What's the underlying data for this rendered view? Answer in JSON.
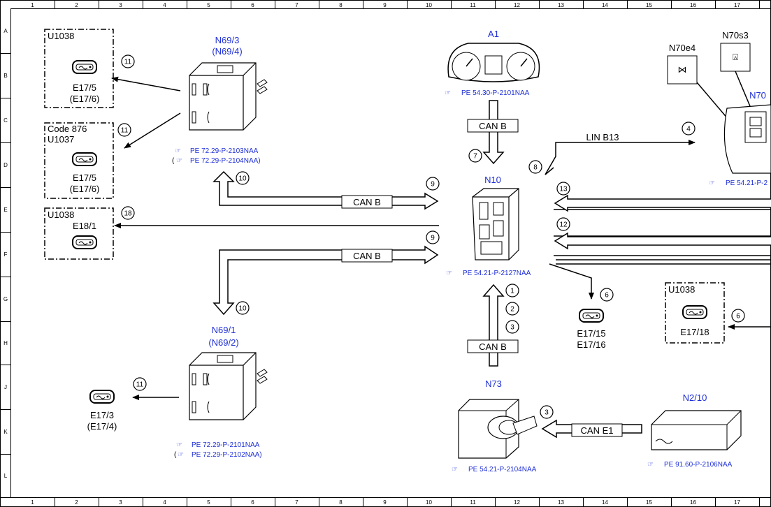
{
  "grid": {
    "cols": [
      "1",
      "2",
      "3",
      "4",
      "5",
      "6",
      "7",
      "8",
      "9",
      "10",
      "11",
      "12",
      "13",
      "14",
      "15",
      "16",
      "17"
    ],
    "rows": [
      "A",
      "B",
      "C",
      "D",
      "E",
      "F",
      "G",
      "H",
      "J",
      "K",
      "L"
    ]
  },
  "components": {
    "a1": {
      "label": "A1",
      "ref": "PE 54.30-P-2101NAA"
    },
    "n10": {
      "label": "N10",
      "ref": "PE 54.21-P-2127NAA"
    },
    "n69_3": {
      "label": "N69/3",
      "label2": "(N69/4)",
      "ref1": "PE 72.29-P-2103NAA",
      "ref2": "PE 72.29-P-2104NAA)",
      "ref2_prefix": "("
    },
    "n69_1": {
      "label": "N69/1",
      "label2": "(N69/2)",
      "ref1": "PE 72.29-P-2101NAA",
      "ref2": "PE 72.29-P-2102NAA)",
      "ref2_prefix": "("
    },
    "n73": {
      "label": "N73",
      "ref": "PE 54.21-P-2104NAA"
    },
    "n2_10": {
      "label": "N2/10",
      "ref": "PE 91.60-P-2106NAA"
    },
    "n70": {
      "label": "N70",
      "ref": "PE 54.21-P-2"
    },
    "n70e4": {
      "label": "N70e4"
    },
    "n70s3": {
      "label": "N70s3"
    }
  },
  "boxes": {
    "box1": {
      "title": "U1038",
      "lamp": "E17/5",
      "lamp2": "(E17/6)"
    },
    "box2": {
      "title": "Code 876",
      "title2": "U1037",
      "lamp": "E17/5",
      "lamp2": "(E17/6)"
    },
    "box3": {
      "title": "U1038",
      "lamp": "E18/1"
    },
    "box4": {
      "title": "U1038",
      "lamp": "E17/18"
    }
  },
  "lamps": {
    "e17_3": {
      "label": "E17/3",
      "label2": "(E17/4)"
    },
    "e17_15": {
      "label": "E17/15",
      "label2": "E17/16"
    }
  },
  "bus_labels": {
    "can_b_a1": "CAN B",
    "can_b_top": "CAN B",
    "can_b_mid": "CAN B",
    "can_b_n73": "CAN B",
    "can_e1": "CAN E1",
    "lin_b13": "LIN B13"
  },
  "numbers": {
    "n1": "1",
    "n2": "2",
    "n3": "3",
    "n3b": "3",
    "n4": "4",
    "n6a": "6",
    "n6b": "6",
    "n7": "7",
    "n8": "8",
    "n9a": "9",
    "n9b": "9",
    "n10a": "10",
    "n10b": "10",
    "n11a": "11",
    "n11b": "11",
    "n11c": "11",
    "n12": "12",
    "n13": "13",
    "n18": "18"
  }
}
